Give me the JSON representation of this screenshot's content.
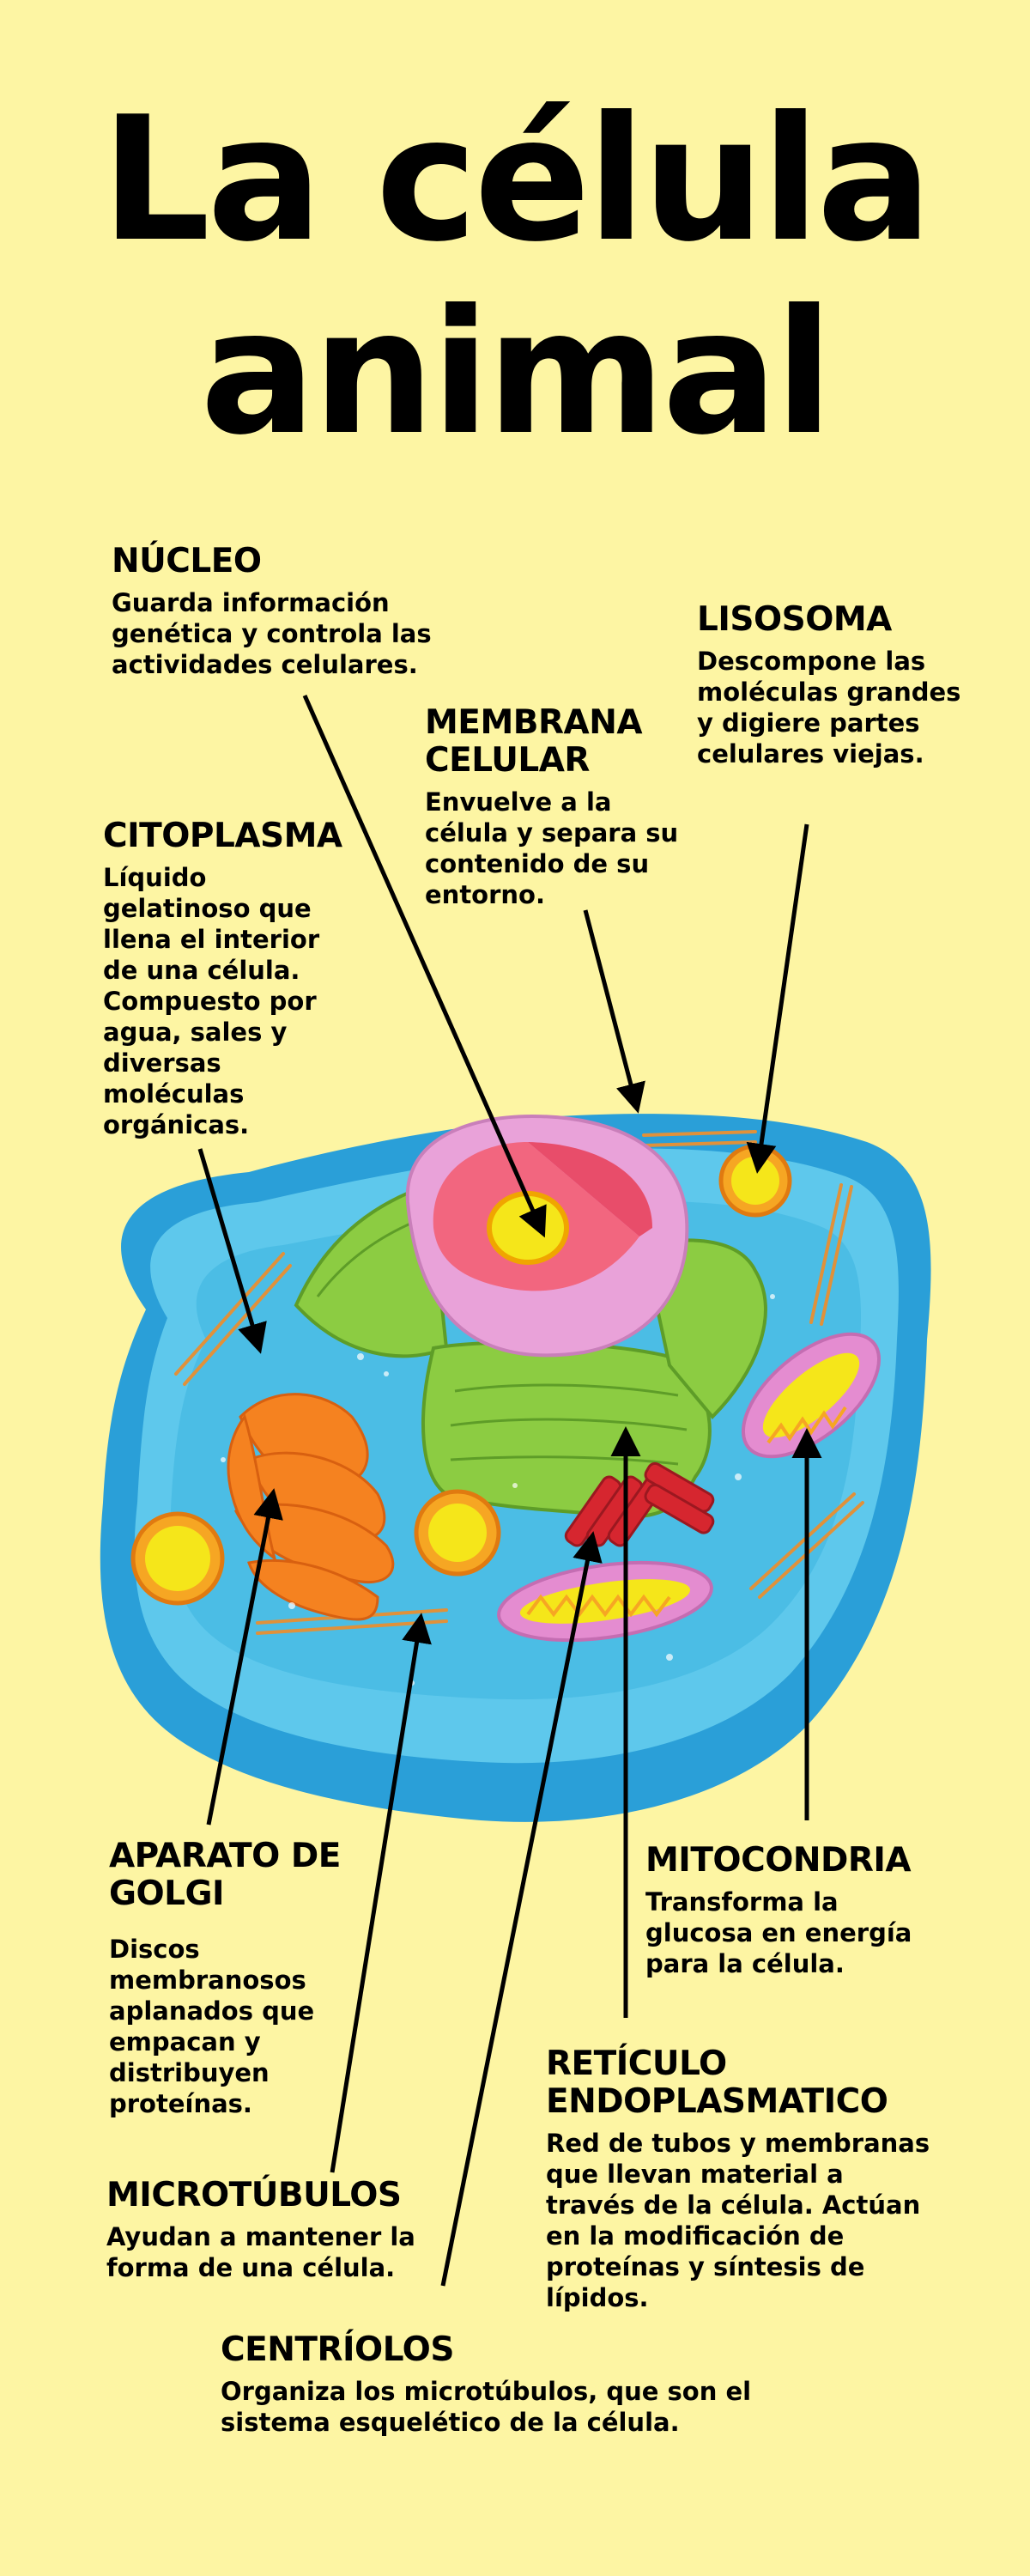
{
  "title": {
    "line1": "La célula",
    "line2": "animal"
  },
  "labels": {
    "nucleo": {
      "heading": "NÚCLEO",
      "text": "Guarda información genética y controla las actividades celulares."
    },
    "lisosoma": {
      "heading": "LISOSOMA",
      "text": "Descompone las moléculas grandes y digiere partes celulares viejas."
    },
    "membrana": {
      "heading": "MEMBRANA CELULAR",
      "text": "Envuelve a la célula y separa su contenido de su entorno."
    },
    "citoplasma": {
      "heading": "CITOPLASMA",
      "text": "Líquido gelatinoso que llena el interior de una célula. Compuesto por agua, sales y diversas moléculas orgánicas."
    },
    "golgi": {
      "heading": "APARATO DE GOLGI",
      "text": "Discos membranosos aplanados que empacan y distribuyen proteínas."
    },
    "mitocondria": {
      "heading": "MITOCONDRIA",
      "text": "Transforma la glucosa en energía para la célula."
    },
    "reticulo": {
      "heading": "RETÍCULO ENDOPLASMATICO",
      "text": "Red de tubos y membranas que llevan material a través de la célula. Actúan en la modificación de proteínas y síntesis de lípidos."
    },
    "microtubulos": {
      "heading": "MICROTÚBULOS",
      "text": "Ayudan a mantener la forma de una célula."
    },
    "centriolos": {
      "heading": "CENTRÍOLOS",
      "text": "Organiza los microtúbulos, que son el sistema esquelético de la célula."
    }
  },
  "colors": {
    "background": "#fdf5a3",
    "membrane": "#2fa9dd",
    "cytoplasm": "#74d3ee",
    "nucleus": "#e9a2d9",
    "nucleolus": "#f2667f",
    "golgi": "#f58220",
    "er": "#7fbf3f",
    "mitochondria": "#e48cd0",
    "lysosome": "#f6a623",
    "centriole": "#d6262f"
  }
}
